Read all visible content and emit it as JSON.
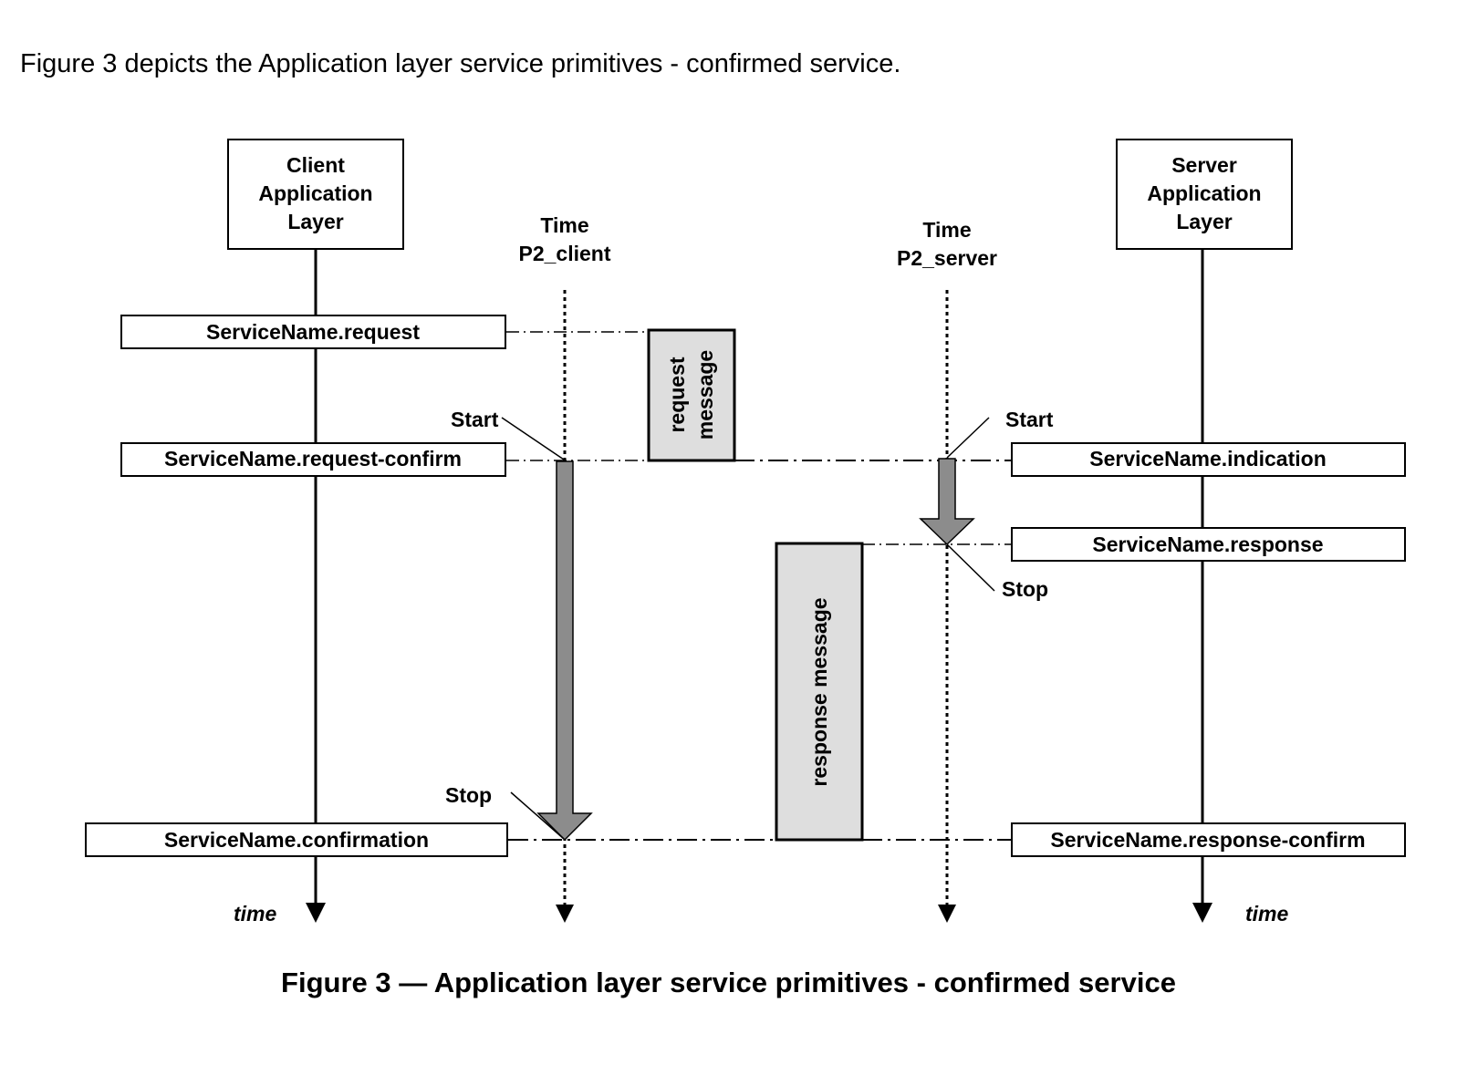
{
  "intro_text": "Figure 3 depicts the Application layer service primitives - confirmed service.",
  "caption": "Figure 3 — Application layer service primitives - confirmed service",
  "diagram": {
    "client_layer": [
      "Client",
      "Application",
      "Layer"
    ],
    "server_layer": [
      "Server",
      "Application",
      "Layer"
    ],
    "p2_client_label": [
      "Time",
      "P2_client"
    ],
    "p2_server_label": [
      "Time",
      "P2_server"
    ],
    "primitives": {
      "request": "ServiceName.request",
      "request_confirm": "ServiceName.request-confirm",
      "confirmation": "ServiceName.confirmation",
      "indication": "ServiceName.indication",
      "response": "ServiceName.response",
      "response_confirm": "ServiceName.response-confirm"
    },
    "messages": {
      "request": [
        "request",
        "message"
      ],
      "response": "response message"
    },
    "markers": {
      "client_start": "Start",
      "client_stop": "Stop",
      "server_start": "Start",
      "server_stop": "Stop"
    },
    "time_label_left": "time",
    "time_label_right": "time",
    "colors": {
      "timer_arrow": "#8c8c8c",
      "message_box": "#dedede",
      "line": "#000000"
    }
  }
}
